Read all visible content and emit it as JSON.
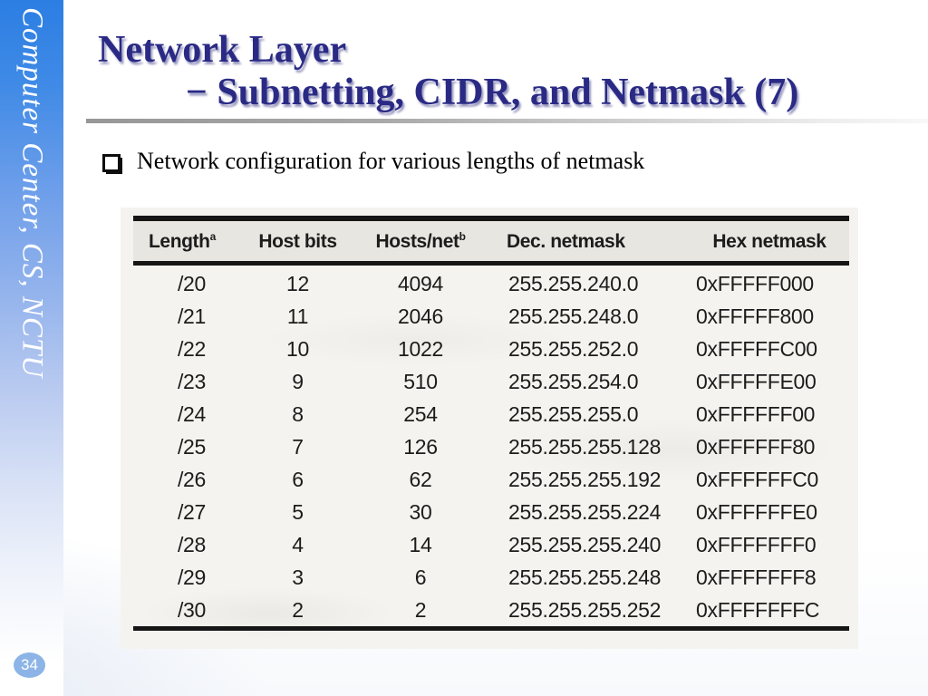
{
  "sidebar": {
    "vertical_text": "Computer Center, CS, NCTU",
    "page_number": "34"
  },
  "title": {
    "line1": "Network Layer",
    "line2": "− Subnetting, CIDR, and Netmask (7)"
  },
  "bullet": {
    "text": "Network configuration for various lengths of netmask"
  },
  "table": {
    "headers": [
      {
        "label": "Length",
        "sup": "a"
      },
      {
        "label": "Host bits",
        "sup": ""
      },
      {
        "label": "Hosts/net",
        "sup": "b"
      },
      {
        "label": "Dec. netmask",
        "sup": ""
      },
      {
        "label": "Hex netmask",
        "sup": ""
      }
    ],
    "rows": [
      [
        "/20",
        "12",
        "4094",
        "255.255.240.0",
        "0xFFFFF000"
      ],
      [
        "/21",
        "11",
        "2046",
        "255.255.248.0",
        "0xFFFFF800"
      ],
      [
        "/22",
        "10",
        "1022",
        "255.255.252.0",
        "0xFFFFFC00"
      ],
      [
        "/23",
        "9",
        "510",
        "255.255.254.0",
        "0xFFFFFE00"
      ],
      [
        "/24",
        "8",
        "254",
        "255.255.255.0",
        "0xFFFFFF00"
      ],
      [
        "/25",
        "7",
        "126",
        "255.255.255.128",
        "0xFFFFFF80"
      ],
      [
        "/26",
        "6",
        "62",
        "255.255.255.192",
        "0xFFFFFFC0"
      ],
      [
        "/27",
        "5",
        "30",
        "255.255.255.224",
        "0xFFFFFFE0"
      ],
      [
        "/28",
        "4",
        "14",
        "255.255.255.240",
        "0xFFFFFFF0"
      ],
      [
        "/29",
        "3",
        "6",
        "255.255.255.248",
        "0xFFFFFFF8"
      ],
      [
        "/30",
        "2",
        "2",
        "255.255.255.252",
        "0xFFFFFFFC"
      ]
    ]
  },
  "colors": {
    "title_navy": "#2a2a85",
    "sidebar_blue_top": "#2c7ee3",
    "badge_blue": "#8db4e6",
    "table_header_bg": "#e7e6e1",
    "scan_paper": "#f4f3ef"
  }
}
